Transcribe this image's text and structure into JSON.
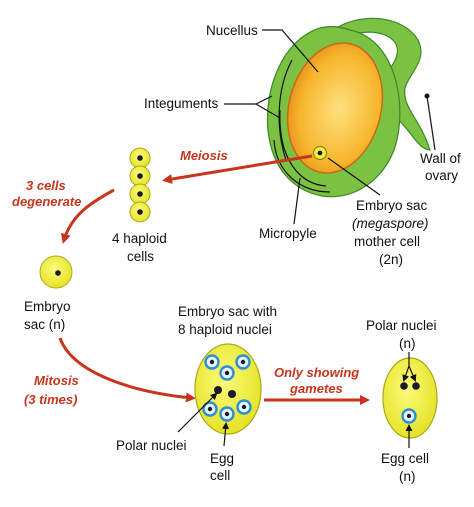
{
  "labels": {
    "nucellus": "Nucellus",
    "integuments": "Integuments",
    "wall_of_ovary_1": "Wall of",
    "wall_of_ovary_2": "ovary",
    "embryo_sac_mother_1": "Embryo sac",
    "embryo_sac_mother_2": "(megaspore)",
    "embryo_sac_mother_3": "mother cell",
    "embryo_sac_mother_4": "(2n)",
    "micropyle": "Micropyle",
    "meiosis": "Meiosis",
    "cells_degenerate_1": "3 cells",
    "cells_degenerate_2": "degenerate",
    "haploid_cells_1": "4 haploid",
    "haploid_cells_2": "cells",
    "embryo_sac_n_1": "Embryo",
    "embryo_sac_n_2": "sac (n)",
    "eight_nuclei_1": "Embryo sac with",
    "eight_nuclei_2": "8 haploid nuclei",
    "mitosis_1": "Mitosis",
    "mitosis_2": "(3 times)",
    "only_gametes_1": "Only showing",
    "only_gametes_2": "gametes",
    "polar_nuclei_left": "Polar nuclei",
    "egg_cell_left_1": "Egg",
    "egg_cell_left_2": "cell",
    "polar_nuclei_right_1": "Polar nuclei",
    "polar_nuclei_right_2": "(n)",
    "egg_cell_right_1": "Egg cell",
    "egg_cell_right_2": "(n)"
  },
  "colors": {
    "ovary_green": "#7cc242",
    "ovary_dark": "#3f8a2a",
    "nucellus_orange": "#f0a020",
    "nucellus_inner": "#fbd36b",
    "cell_yellow": "#f2f13a",
    "cell_outline": "#a8a818",
    "nucleus": "#1a1a2a",
    "blue_ring": "#2b8fd6",
    "arrow_red": "#c8341c"
  }
}
